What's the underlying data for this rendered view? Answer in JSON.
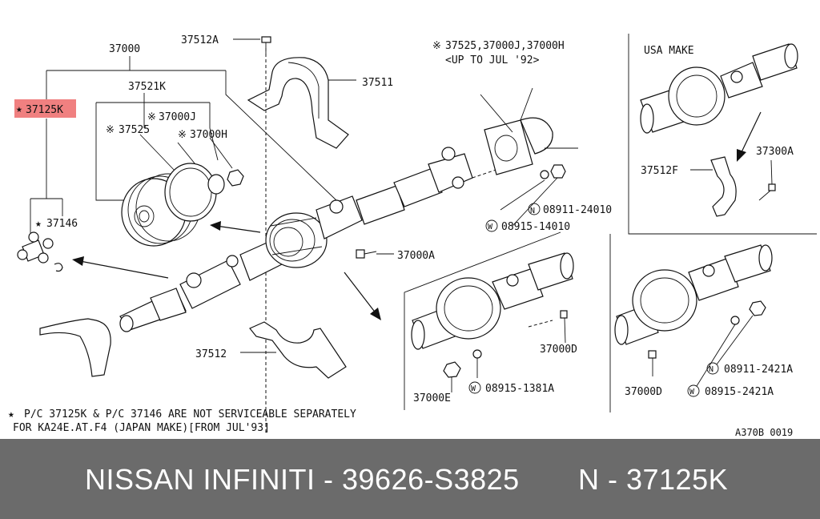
{
  "labels": {
    "l37000": "37000",
    "l37512A": "37512A",
    "l37511": "37511",
    "l37521K": "37521K",
    "l37125K": "37125K",
    "l37000J": "37000J",
    "l37525": "37525",
    "l37000H": "37000H",
    "l37146": "37146",
    "l37000A": "37000A",
    "l37512": "37512",
    "l08911_24010": "08911-24010",
    "l08915_14010": "08915-14010",
    "note_top1": "37525,37000J,37000H",
    "note_top2": "<UP TO JUL '92>",
    "usa_make": "USA MAKE",
    "l37512F": "37512F",
    "l37300A": "37300A",
    "l37000D_mid": "37000D",
    "l37000E": "37000E",
    "l08915_1381A": "08915-1381A",
    "l08911_2421A": "08911-2421A",
    "l08915_2421A": "08915-2421A",
    "l37000D_right": "37000D",
    "footnote1": "P/C 37125K & P/C 37146 ARE NOT SERVICEABLE SEPARATELY",
    "footnote2": "FOR KA24E.AT.F4 (JAPAN MAKE)[FROM JUL'93]",
    "diagram_code": "A370B 0019"
  },
  "symbols": {
    "star": "★",
    "ref": "※",
    "n": "N",
    "w": "W"
  },
  "banner": {
    "left": "NISSAN INFINITI - 39626-S3825",
    "right": "N - 37125K"
  },
  "colors": {
    "highlight": "#f08080",
    "banner_bg": "#6b6b6b"
  }
}
